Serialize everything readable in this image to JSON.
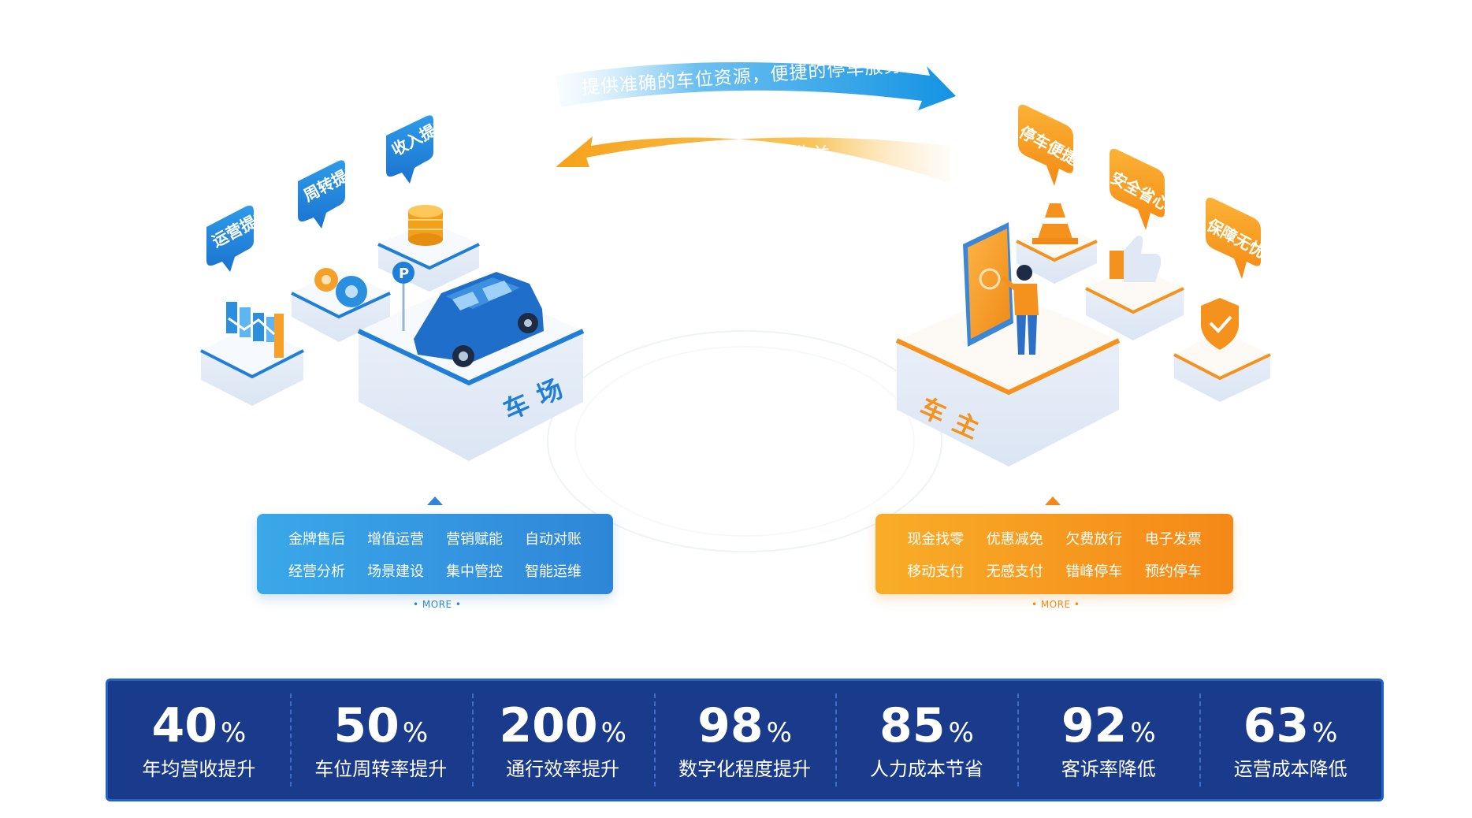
{
  "arrows": {
    "top_text": "提供准确的车位资源，便捷的停车服务",
    "bottom_text": "为车场带来停车收益",
    "top_color": "#1e9be6",
    "bottom_color": "#f6a420"
  },
  "parking_lot": {
    "label": "车场",
    "bubbles": [
      "运营提升",
      "周转提升",
      "收入提升"
    ],
    "features": [
      "金牌售后",
      "增值运营",
      "营销赋能",
      "自动对账",
      "经营分析",
      "场景建设",
      "集中管控",
      "智能运维"
    ],
    "more": "• MORE •",
    "accent_color": "#1f7fd8",
    "icons": [
      "bar-chart-icon",
      "gears-icon",
      "coins-icon",
      "parking-sign-icon",
      "car-icon"
    ]
  },
  "car_owner": {
    "label": "车主",
    "bubbles": [
      "停车便捷",
      "安全省心",
      "保障无忧"
    ],
    "features": [
      "现金找零",
      "优惠减免",
      "欠费放行",
      "电子发票",
      "移动支付",
      "无感支付",
      "错峰停车",
      "预约停车"
    ],
    "more": "• MORE •",
    "accent_color": "#f5921e",
    "icons": [
      "traffic-cone-icon",
      "thumbs-up-icon",
      "shield-check-icon",
      "phone-icon",
      "person-icon"
    ]
  },
  "stats": [
    {
      "value": "40",
      "unit": "%",
      "label": "年均营收提升"
    },
    {
      "value": "50",
      "unit": "%",
      "label": "车位周转率提升"
    },
    {
      "value": "200",
      "unit": "%",
      "label": "通行效率提升"
    },
    {
      "value": "98",
      "unit": "%",
      "label": "数字化程度提升"
    },
    {
      "value": "85",
      "unit": "%",
      "label": "人力成本节省"
    },
    {
      "value": "92",
      "unit": "%",
      "label": "客诉率降低"
    },
    {
      "value": "63",
      "unit": "%",
      "label": "运营成本降低"
    }
  ]
}
